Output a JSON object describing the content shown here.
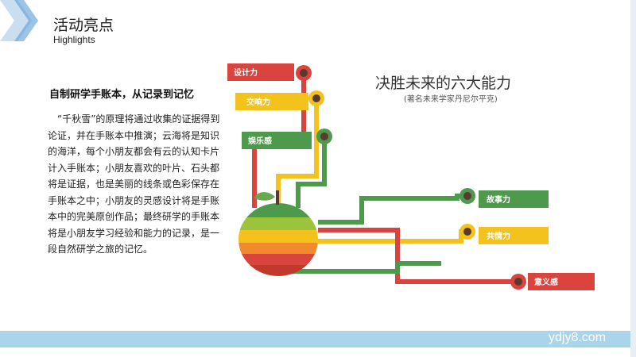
{
  "header": {
    "title": "活动亮点",
    "subtitle": "Highlights"
  },
  "article": {
    "title": "自制研学手账本，从记录到记忆",
    "body": "“千秋雪”的原理将通过收集的证据得到论证，并在手账本中推演；云海将是知识的海洋，每个小朋友都会有云的认知卡片计入手账本；小朋友喜欢的叶片、石头都将是证据，也是美丽的线条或色彩保存在手账本之中；小朋友的灵感设计将是手账本中的完美原创作品；最终研学的手账本将是小朋友学习经验和能力的记录，是一段自然研学之旅的记忆。"
  },
  "diagram": {
    "title": "决胜未来的六大能力",
    "source": "(著名未来学家丹尼尔平克)",
    "abilities": [
      {
        "label": "设计力",
        "color": "#d9443f"
      },
      {
        "label": "交响力",
        "color": "#f3c21d"
      },
      {
        "label": "娱乐感",
        "color": "#4e9a4d"
      },
      {
        "label": "故事力",
        "color": "#4e9a4d"
      },
      {
        "label": "共情力",
        "color": "#f3c21d"
      },
      {
        "label": "意义感",
        "color": "#d9443f"
      }
    ]
  },
  "footer": {
    "watermark": "ydjy8.com"
  },
  "colors": {
    "accent": "#5b9bd5",
    "footer": "#a9d4ea",
    "red": "#d9443f",
    "yellow": "#f3c21d",
    "green": "#4e9a4d"
  }
}
